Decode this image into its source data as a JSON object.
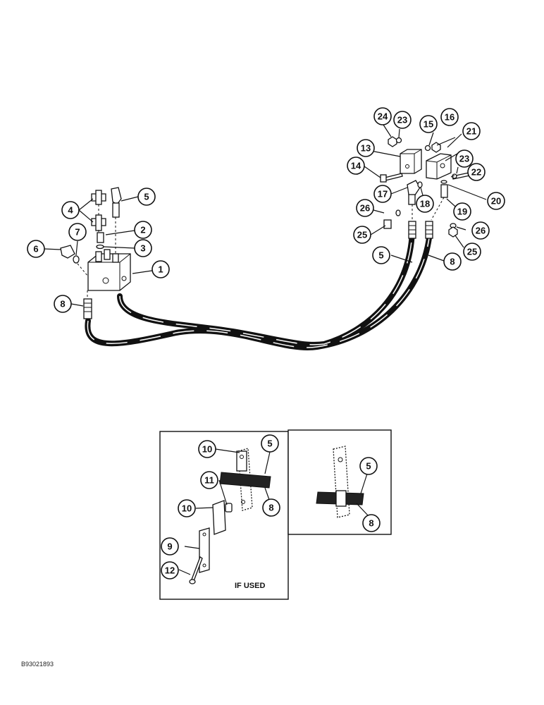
{
  "callouts": {
    "c1": "1",
    "c2": "2",
    "c3": "3",
    "c4": "4",
    "c5": "5",
    "c6": "6",
    "c7": "7",
    "c8": "8",
    "c9": "9",
    "c10": "10",
    "c11": "11",
    "c12": "12",
    "c13": "13",
    "c14": "14",
    "c15": "15",
    "c16": "16",
    "c17": "17",
    "c18": "18",
    "c19": "19",
    "c20": "20",
    "c21": "21",
    "c22": "22",
    "c23": "23",
    "c24": "24",
    "c25": "25",
    "c26": "26"
  },
  "inset": {
    "note": "IF USED"
  },
  "footer": {
    "doc_code": "B93021893"
  }
}
